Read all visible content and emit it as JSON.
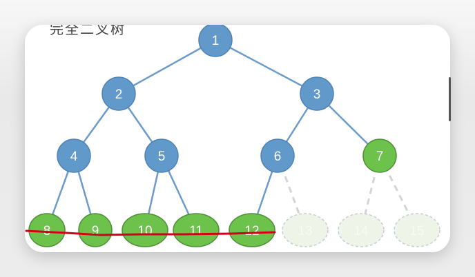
{
  "title": "完全二叉树",
  "colors": {
    "blue": "#6199CB",
    "blue_stroke": "#4F82B4",
    "green": "#6DC24B",
    "green_stroke": "#4E8F38",
    "ghost_fill": "#EEF5E8",
    "ghost_stroke": "#C9CBD3",
    "edge": "#6C9BCB",
    "ghost_edge": "#D3D4DA",
    "red_line": "#D0021B"
  },
  "nodes": [
    {
      "id": "1",
      "label": "1",
      "type": "internal"
    },
    {
      "id": "2",
      "label": "2",
      "type": "internal"
    },
    {
      "id": "3",
      "label": "3",
      "type": "internal"
    },
    {
      "id": "4",
      "label": "4",
      "type": "internal"
    },
    {
      "id": "5",
      "label": "5",
      "type": "internal"
    },
    {
      "id": "6",
      "label": "6",
      "type": "internal"
    },
    {
      "id": "7",
      "label": "7",
      "type": "leaf"
    },
    {
      "id": "8",
      "label": "8",
      "type": "leaf"
    },
    {
      "id": "9",
      "label": "9",
      "type": "leaf"
    },
    {
      "id": "10",
      "label": "10",
      "type": "leaf"
    },
    {
      "id": "11",
      "label": "11",
      "type": "leaf"
    },
    {
      "id": "12",
      "label": "12",
      "type": "leaf"
    },
    {
      "id": "13",
      "label": "13",
      "type": "missing"
    },
    {
      "id": "14",
      "label": "14",
      "type": "missing"
    },
    {
      "id": "15",
      "label": "15",
      "type": "missing"
    }
  ],
  "edges": [
    {
      "from": "1",
      "to": "2",
      "style": "solid"
    },
    {
      "from": "1",
      "to": "3",
      "style": "solid"
    },
    {
      "from": "2",
      "to": "4",
      "style": "solid"
    },
    {
      "from": "2",
      "to": "5",
      "style": "solid"
    },
    {
      "from": "3",
      "to": "6",
      "style": "solid"
    },
    {
      "from": "3",
      "to": "7",
      "style": "solid"
    },
    {
      "from": "4",
      "to": "8",
      "style": "solid"
    },
    {
      "from": "4",
      "to": "9",
      "style": "solid"
    },
    {
      "from": "5",
      "to": "10",
      "style": "solid"
    },
    {
      "from": "5",
      "to": "11",
      "style": "solid"
    },
    {
      "from": "6",
      "to": "12",
      "style": "solid"
    },
    {
      "from": "6",
      "to": "13",
      "style": "dashed"
    },
    {
      "from": "7",
      "to": "14",
      "style": "dashed"
    },
    {
      "from": "7",
      "to": "15",
      "style": "dashed"
    }
  ],
  "annotation": {
    "type": "red-underline",
    "spans_nodes": [
      "8",
      "9",
      "10",
      "11",
      "12"
    ]
  }
}
